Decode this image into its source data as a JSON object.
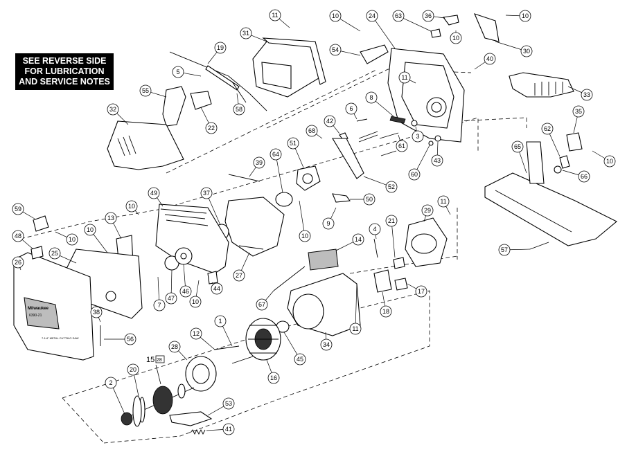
{
  "notice": {
    "lines": [
      "SEE REVERSE SIDE",
      "FOR LUBRICATION",
      "AND SERVICE NOTES"
    ]
  },
  "callouts": [
    {
      "id": "c11a",
      "label": "11"
    },
    {
      "id": "c10a",
      "label": "10"
    },
    {
      "id": "c24",
      "label": "24"
    },
    {
      "id": "c63",
      "label": "63"
    },
    {
      "id": "c36",
      "label": "36"
    },
    {
      "id": "c10b",
      "label": "10"
    },
    {
      "id": "c10c",
      "label": "10"
    },
    {
      "id": "c30",
      "label": "30"
    },
    {
      "id": "c31",
      "label": "31"
    },
    {
      "id": "c19",
      "label": "19"
    },
    {
      "id": "c54",
      "label": "54"
    },
    {
      "id": "c40",
      "label": "40"
    },
    {
      "id": "c5",
      "label": "5"
    },
    {
      "id": "c11b",
      "label": "11"
    },
    {
      "id": "c33",
      "label": "33"
    },
    {
      "id": "c55",
      "label": "55"
    },
    {
      "id": "c58",
      "label": "58"
    },
    {
      "id": "c22",
      "label": "22"
    },
    {
      "id": "c8",
      "label": "8"
    },
    {
      "id": "c32",
      "label": "32"
    },
    {
      "id": "c6",
      "label": "6"
    },
    {
      "id": "c42",
      "label": "42"
    },
    {
      "id": "c61",
      "label": "61"
    },
    {
      "id": "c3",
      "label": "3"
    },
    {
      "id": "c35",
      "label": "35"
    },
    {
      "id": "c68",
      "label": "68"
    },
    {
      "id": "c62",
      "label": "62"
    },
    {
      "id": "c51",
      "label": "51"
    },
    {
      "id": "c43",
      "label": "43"
    },
    {
      "id": "c60",
      "label": "60"
    },
    {
      "id": "c65",
      "label": "65"
    },
    {
      "id": "c10d",
      "label": "10"
    },
    {
      "id": "c66",
      "label": "66"
    },
    {
      "id": "c39",
      "label": "39"
    },
    {
      "id": "c64",
      "label": "64"
    },
    {
      "id": "c52",
      "label": "52"
    },
    {
      "id": "c49",
      "label": "49"
    },
    {
      "id": "c37",
      "label": "37"
    },
    {
      "id": "c50",
      "label": "50"
    },
    {
      "id": "c59",
      "label": "59"
    },
    {
      "id": "c10e",
      "label": "10"
    },
    {
      "id": "c11c",
      "label": "11"
    },
    {
      "id": "c29",
      "label": "29"
    },
    {
      "id": "c10f",
      "label": "10"
    },
    {
      "id": "c9",
      "label": "9"
    },
    {
      "id": "c10g",
      "label": "10"
    },
    {
      "id": "c13",
      "label": "13"
    },
    {
      "id": "c10h",
      "label": "10"
    },
    {
      "id": "c4",
      "label": "4"
    },
    {
      "id": "c21",
      "label": "21"
    },
    {
      "id": "c48",
      "label": "48"
    },
    {
      "id": "c14",
      "label": "14"
    },
    {
      "id": "c57",
      "label": "57"
    },
    {
      "id": "c25",
      "label": "25"
    },
    {
      "id": "c26",
      "label": "26"
    },
    {
      "id": "c47",
      "label": "47"
    },
    {
      "id": "c46",
      "label": "46"
    },
    {
      "id": "c44",
      "label": "44"
    },
    {
      "id": "c27",
      "label": "27"
    },
    {
      "id": "c17",
      "label": "17"
    },
    {
      "id": "c7",
      "label": "7"
    },
    {
      "id": "c10i",
      "label": "10"
    },
    {
      "id": "c67",
      "label": "67"
    },
    {
      "id": "c18",
      "label": "18"
    },
    {
      "id": "c11d",
      "label": "11"
    },
    {
      "id": "c38",
      "label": "38"
    },
    {
      "id": "c1",
      "label": "1"
    },
    {
      "id": "c56",
      "label": "56"
    },
    {
      "id": "c12",
      "label": "12"
    },
    {
      "id": "c34",
      "label": "34"
    },
    {
      "id": "c45",
      "label": "45"
    },
    {
      "id": "c28",
      "label": "28"
    },
    {
      "id": "c15",
      "label": "15"
    },
    {
      "id": "c16",
      "label": "16"
    },
    {
      "id": "c20",
      "label": "20"
    },
    {
      "id": "c2",
      "label": "2"
    },
    {
      "id": "c53",
      "label": "53"
    },
    {
      "id": "c41",
      "label": "41"
    }
  ],
  "boxed_callout": {
    "number": "15",
    "sub": "28"
  },
  "guard_brand": "Milwaukee",
  "guard_model": "6390-21",
  "guard_caption": "7-1/4\" METAL CUTTING SAW"
}
